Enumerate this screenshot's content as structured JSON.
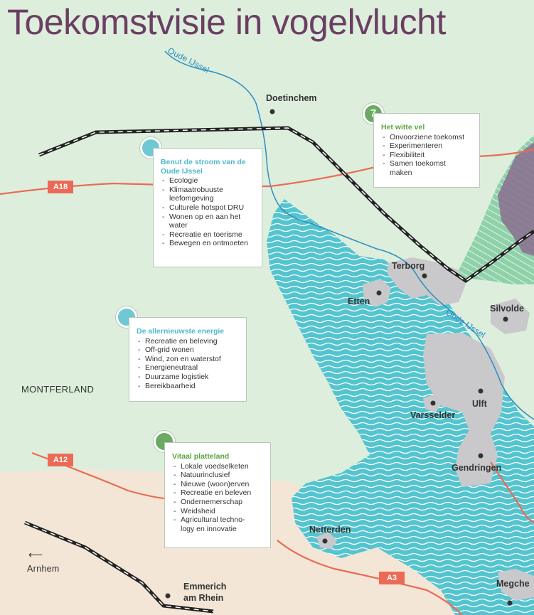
{
  "title": "Toekomstvisie in vogelvlucht",
  "colors": {
    "title": "#6b3f63",
    "land_green": "#ddeedd",
    "land_beige": "#f3e6d6",
    "water": "#54c4cf",
    "town": "#c9c9cb",
    "road": "#ec6a55",
    "river": "#2a8ec2",
    "rail": "#222222",
    "forest_green": "#8fd1a9",
    "forest_purple": "#8a6d8f",
    "pin_blue": "#6fc8d4",
    "pin_green": "#6aaa62",
    "heading_blue": "#4fb9cc",
    "heading_green": "#5aa53d"
  },
  "places": {
    "doetinchem": "Doetinchem",
    "terborg": "Terborg",
    "etten": "Etten",
    "silvolde": "Silvolde",
    "ulft": "Ulft",
    "varsselder": "Varsselder",
    "gendringen": "Gendringen",
    "netterden": "Netterden",
    "emmerich": "Emmerich",
    "emmerich_2": "am Rhein",
    "megchelen": "Megche",
    "montferland": "MONTFERLAND",
    "arnhem": "Arnhem"
  },
  "roads": {
    "a18": "A18",
    "a12": "A12",
    "a3": "A3"
  },
  "rivers": {
    "upper": "Oude IJssel",
    "lower": "Oude IJssel"
  },
  "cards": {
    "witte_vel": {
      "pin_number": "7",
      "heading": "Het witte vel",
      "items": [
        "Onvoorziene toekomst",
        "Experimenteren",
        "Flexibiliteit",
        "Samen toekomst maken"
      ]
    },
    "stroom": {
      "heading": "Benut de stroom van de Oude IJssel",
      "items": [
        "Ecologie",
        "Klimaatrobuuste leefomgeving",
        "Culturele hotspot DRU",
        "Wonen op en aan het water",
        "Recreatie en toerisme",
        "Bewegen en ontmoeten"
      ]
    },
    "energie": {
      "heading": "De allernieuwste energie",
      "items": [
        "Recreatie en beleving",
        "Off-grid wonen",
        "Wind, zon en waterstof",
        "Energieneutraal",
        "Duurzame logistiek",
        "Bereikbaarheid"
      ]
    },
    "platteland": {
      "heading": "Vitaal platteland",
      "items": [
        "Lokale voedselketen",
        "Natuurinclusief",
        "Nieuwe (woon)erven",
        "Recreatie en beleven",
        "Ondernemerschap",
        "Weidsheid",
        "Agricultural techno- logy en innovatie"
      ]
    }
  }
}
